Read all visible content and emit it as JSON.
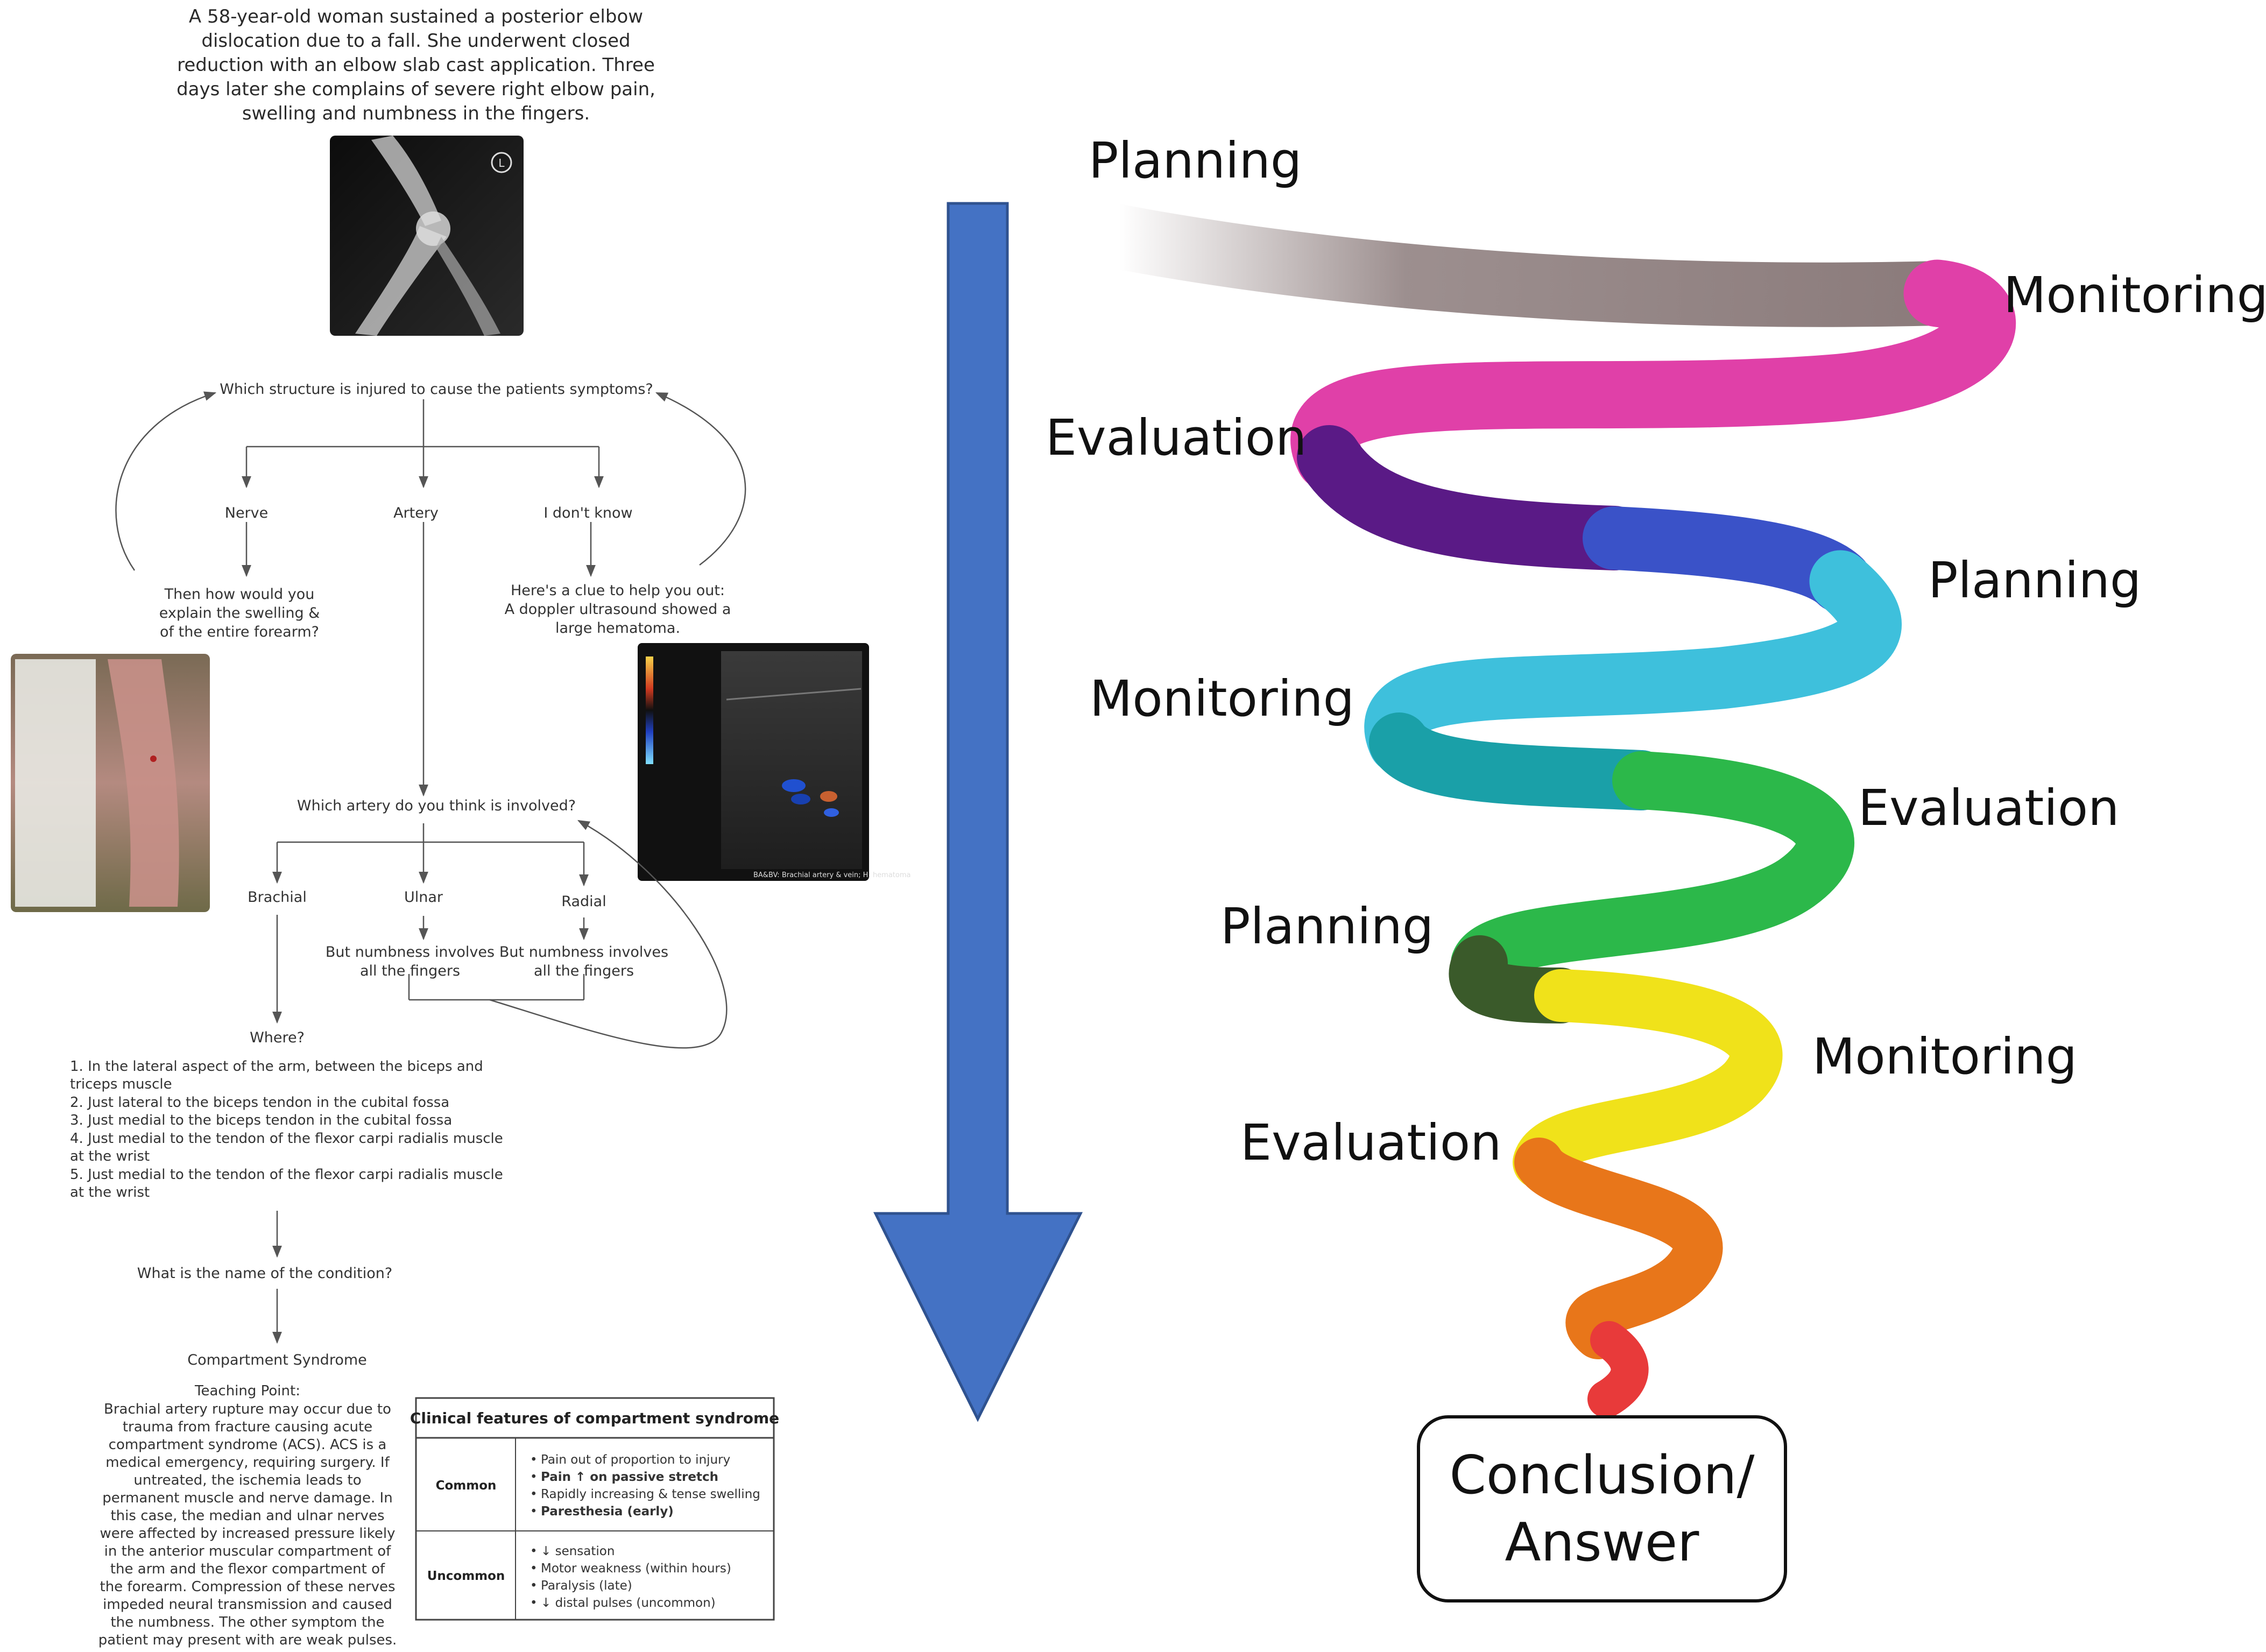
{
  "case": {
    "intro": [
      "A 58-year-old woman sustained a posterior elbow",
      "dislocation due to a fall. She underwent closed",
      "reduction with an elbow slab cast application. Three",
      "days later she complains of severe right elbow pain,",
      "swelling and numbness in the fingers."
    ],
    "xray_marker": "L",
    "q1": "Which structure is injured to cause the patients symptoms?",
    "opt_nerve": "Nerve",
    "opt_artery": "Artery",
    "opt_dontknow": "I don't know",
    "nerve_reply": [
      "Then how would you",
      "explain the swelling &",
      "of the entire forearm?"
    ],
    "clue_reply": [
      "Here's a clue to help you out:",
      "A doppler ultrasound showed a",
      "large hematoma."
    ],
    "us_caption": "BA&BV: Brachial artery & vein; H: hematoma",
    "q2": "Which artery do you think is involved?",
    "opt_brachial": "Brachial",
    "opt_ulnar": "Ulnar",
    "opt_radial": "Radial",
    "ulnar_reply": [
      "But numbness involves",
      "all the fingers"
    ],
    "radial_reply": [
      "But numbness involves",
      "all the fingers"
    ],
    "q3": "Where?",
    "where_list": [
      "1. In the lateral aspect of the arm, between the biceps and",
      "    triceps muscle",
      "2. Just lateral to the biceps tendon in the cubital fossa",
      "3. Just medial to the biceps tendon in the cubital fossa",
      "4. Just medial to the tendon of the flexor carpi radialis muscle",
      "    at the wrist",
      "5. Just medial to the tendon of the flexor carpi radialis muscle",
      "    at the wrist"
    ],
    "q4": "What is the name of the condition?",
    "answer": "Compartment Syndrome",
    "teaching_title": "Teaching Point:",
    "teaching_lines": [
      "Brachial artery rupture may occur due to",
      "trauma from fracture causing acute",
      "compartment syndrome (ACS). ACS is a",
      "medical emergency, requiring surgery. If",
      "untreated, the ischemia leads to",
      "permanent muscle and nerve damage. In",
      "this case, the median and ulnar nerves",
      "were affected by increased pressure likely",
      "in the anterior muscular compartment of",
      "the arm and the flexor compartment of",
      "the forearm. Compression of these nerves",
      "impeded neural transmission and caused",
      "the numbness. The other symptom the",
      "patient may present with are weak pulses."
    ],
    "table": {
      "title": "Clinical features of compartment syndrome",
      "common_label": "Common",
      "common_items": [
        "Pain out of proportion to injury",
        "Pain ↑ on passive stretch",
        "Rapidly increasing & tense swelling",
        "Paresthesia (early)"
      ],
      "uncommon_label": "Uncommon",
      "uncommon_items": [
        "↓ sensation",
        "Motor weakness (within hours)",
        "Paralysis (late)",
        "↓ distal pulses (uncommon)"
      ]
    }
  },
  "spiral": {
    "labels": [
      "Planning",
      "Monitoring",
      "Evaluation",
      "Planning",
      "Monitoring",
      "Evaluation",
      "Planning",
      "Monitoring",
      "Evaluation"
    ],
    "conclusion": [
      "Conclusion/",
      "Answer"
    ]
  },
  "colors": {
    "arrow": "#4472C4",
    "spiral_stops": [
      "#8b7b7b",
      "#e040a8",
      "#3b1a6e",
      "#3a52c8",
      "#3ec0dc",
      "#1aa0a8",
      "#2cb84a",
      "#3a5a2a",
      "#f0e21a",
      "#e8761a",
      "#e83a3a"
    ]
  }
}
